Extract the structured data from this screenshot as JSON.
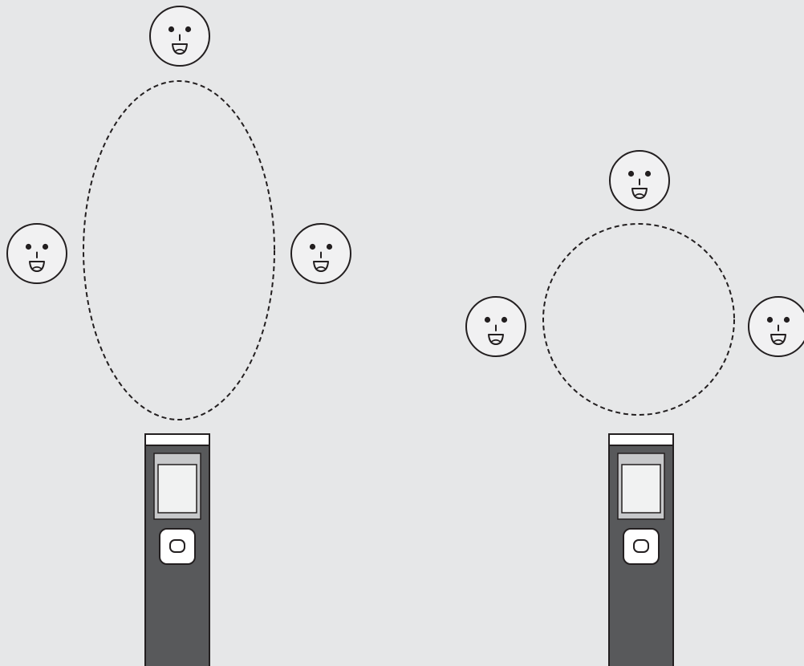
{
  "colors": {
    "background": "#e6e7e8",
    "face_fill": "#f1f1f2",
    "stroke": "#231f20",
    "recorder_body": "#58595b",
    "recorder_screen_frame": "#c7c8ca",
    "recorder_screen": "#f1f2f2",
    "recorder_cap": "#ffffff"
  },
  "icons": {
    "face": "smiley-face-icon",
    "recorder": "voice-recorder-icon",
    "pickup_pattern": "dashed-pickup-pattern"
  },
  "diagrams": [
    {
      "name": "narrow-pickup-arrangement",
      "pattern_shape": "ellipse",
      "face_count": 3
    },
    {
      "name": "round-pickup-arrangement",
      "pattern_shape": "circle",
      "face_count": 3
    }
  ]
}
